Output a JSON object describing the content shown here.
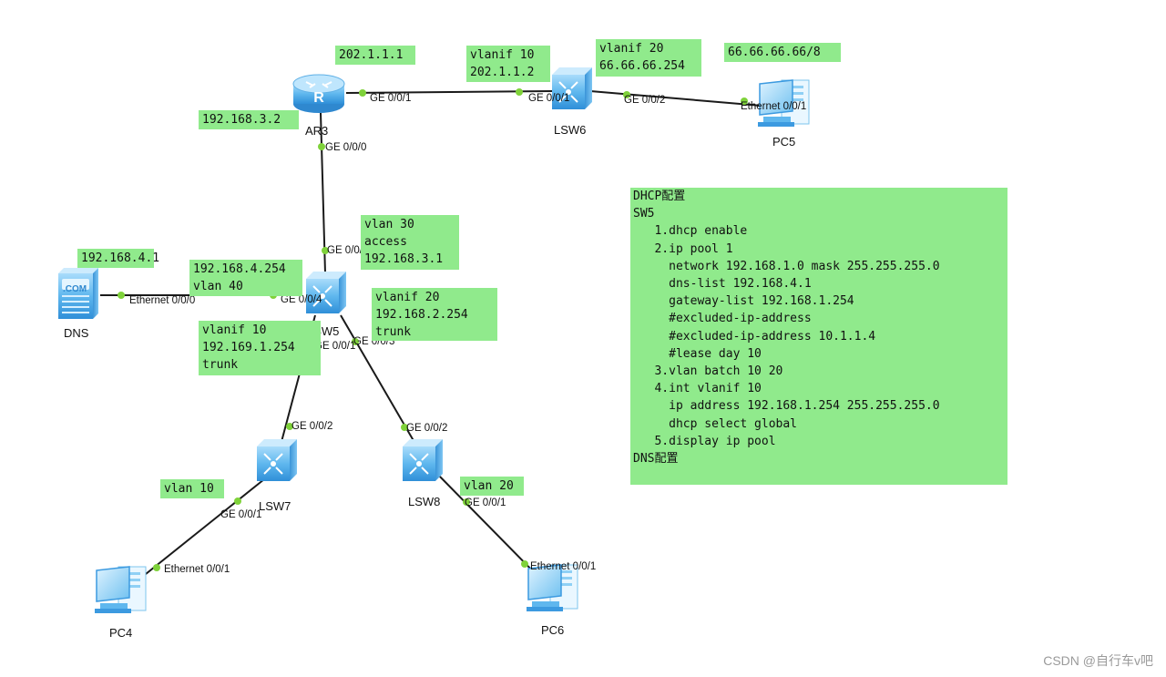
{
  "devices": {
    "ar3": {
      "label": "AR3",
      "icon": "router-icon"
    },
    "lsw6": {
      "label": "LSW6",
      "icon": "switch-icon"
    },
    "pc5": {
      "label": "PC5",
      "icon": "pc-icon"
    },
    "lsw5": {
      "label": "LSW5",
      "icon": "switch-icon"
    },
    "dns": {
      "label": "DNS",
      "icon": "dns-server-icon",
      "badge": ".COM"
    },
    "lsw7": {
      "label": "LSW7",
      "icon": "switch-icon"
    },
    "lsw8": {
      "label": "LSW8",
      "icon": "switch-icon"
    },
    "pc4": {
      "label": "PC4",
      "icon": "pc-icon"
    },
    "pc6": {
      "label": "PC6",
      "icon": "pc-icon"
    }
  },
  "ports": {
    "ar3_ge001": "GE 0/0/1",
    "lsw6_ge001": "GE 0/0/1",
    "lsw6_ge002": "GE 0/0/2",
    "pc5_eth": "Ethernet 0/0/1",
    "ar3_ge000": "GE 0/0/0",
    "lsw5_ge002": "GE 0/0/2",
    "dns_eth": "Ethernet 0/0/0",
    "lsw5_ge004": "GE 0/0/4",
    "lsw5_ge001": "GE 0/0/1",
    "lsw5_ge003": "GE 0/0/3",
    "lsw7_ge002": "GE 0/0/2",
    "lsw8_ge002": "GE 0/0/2",
    "lsw7_ge001": "GE 0/0/1",
    "lsw8_ge001": "GE 0/0/1",
    "pc4_eth": "Ethernet 0/0/1",
    "pc6_eth": "Ethernet 0/0/1"
  },
  "notes": {
    "ar3_pub": "202.1.1.1",
    "lsw6_vlanif10": "vlanif 10\n202.1.1.2",
    "lsw6_vlanif20": "vlanif 20\n66.66.66.254",
    "pc5_ip": "66.66.66.66/8",
    "ar3_lan": "192.168.3.2",
    "lsw5_vlan30": "vlan 30\naccess\n192.168.3.1",
    "dns_ip": "192.168.4.1",
    "lsw5_vlan40": "192.168.4.254\nvlan 40",
    "lsw5_vlanif20": "vlanif 20\n192.168.2.254\ntrunk",
    "lsw5_vlanif10": "vlanif 10\n192.169.1.254\ntrunk",
    "lsw7_vlan10": "vlan 10",
    "lsw8_vlan20": "vlan 20"
  },
  "config": {
    "lines": [
      "DHCP配置",
      "SW5",
      "   1.dhcp enable",
      "   2.ip pool 1",
      "     network 192.168.1.0 mask 255.255.255.0",
      "     dns-list 192.168.4.1",
      "     gateway-list 192.168.1.254",
      "     #excluded-ip-address",
      "     #excluded-ip-address 10.1.1.4",
      "     #lease day 10",
      "   3.vlan batch 10 20",
      "   4.int vlanif 10",
      "     ip address 192.168.1.254 255.255.255.0",
      "     dhcp select global",
      "   5.display ip pool",
      "",
      "DNS配置"
    ]
  },
  "watermark": "CSDN @自行车v吧",
  "colors": {
    "note_bg": "#90ea8c",
    "port_dot": "#7fd23a",
    "device_blue": "#4aa8e8",
    "link": "#1a1a1a"
  }
}
